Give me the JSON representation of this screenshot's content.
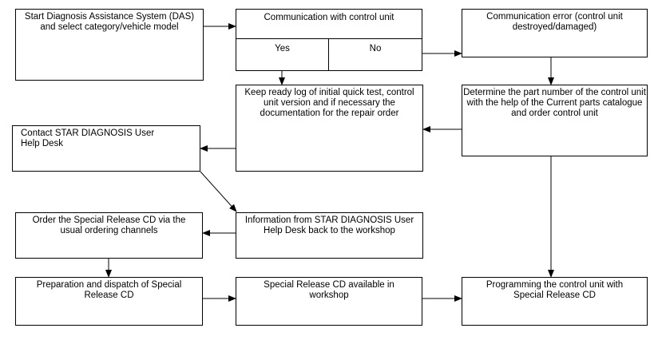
{
  "nodes": {
    "start": "Start Diagnosis Assistance System (DAS) and select category/vehicle model",
    "comm": "Communication with control unit",
    "yes": "Yes",
    "no": "No",
    "comm_error": "Communication error (control unit destroyed/damaged)",
    "keep_log": "Keep ready log of initial quick test, control unit version and if necessary the documentation for the repair order",
    "determine": "Determine the part number of the control unit with the help of the Current parts catalogue and order control unit",
    "contact": "Contact STAR DIAGNOSIS User Help Desk",
    "info": "Information from STAR DIAGNOSIS User Help Desk back to the workshop",
    "order_cd": "Order the Special Release CD via the usual ordering channels",
    "prep": "Preparation and dispatch of Special Release CD",
    "available": "Special Release CD available in workshop",
    "program": "Programming the control unit with Special Release CD"
  },
  "colors": {
    "line": "#000000",
    "box_border": "#000000",
    "background": "#ffffff"
  }
}
